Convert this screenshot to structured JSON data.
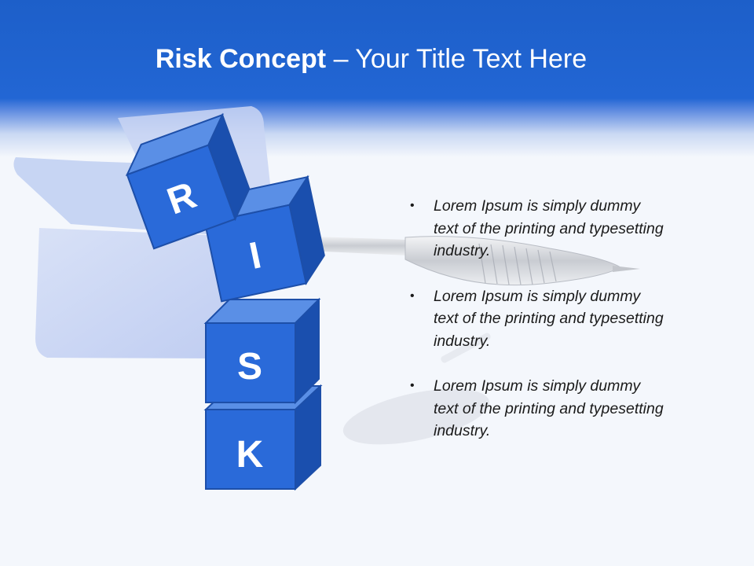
{
  "title": {
    "strong": "Risk Concept",
    "rest": "– Your Title Text Here"
  },
  "blocks": [
    {
      "letter": "R"
    },
    {
      "letter": "I"
    },
    {
      "letter": "S"
    },
    {
      "letter": "K"
    }
  ],
  "bullets": [
    {
      "text": "Lorem Ipsum is simply dummy text of the printing and typesetting industry."
    },
    {
      "text": "Lorem Ipsum is simply dummy text of the printing and typesetting industry."
    },
    {
      "text": "Lorem Ipsum is simply dummy text of the printing and typesetting industry."
    }
  ],
  "bullet_symbol": "•",
  "colors": {
    "header": "#2266d4",
    "cube_front": "#2a6ad9",
    "cube_top": "#5a8fe6",
    "cube_side": "#1a4fae",
    "dart_flight": "#bccbf0"
  }
}
